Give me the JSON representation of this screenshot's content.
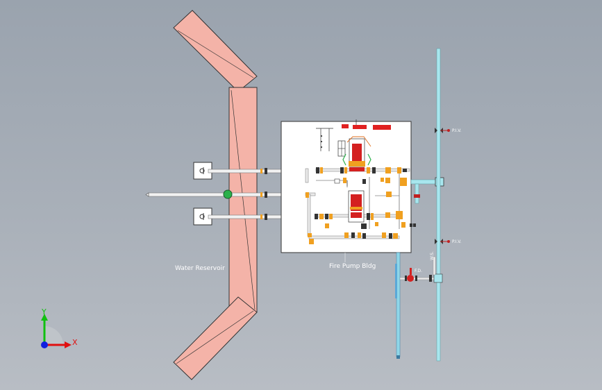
{
  "labels": {
    "reservoir": "Water Reservoir",
    "building": "Fire Pump Bldg",
    "piv_upper": "P.I.V.",
    "piv_lower": "P.I.V.",
    "fdc": "F.D.",
    "gauge": "W.S."
  },
  "triad": {
    "x_label": "X",
    "y_label": "Y"
  },
  "colors": {
    "background_top": "#9aa3ae",
    "reservoir_fill": "#f4b3a8",
    "building_fill": "#ffffff",
    "main_pipe": "#a8e6ee",
    "fittings": "#f0a020",
    "valves_red": "#e02020",
    "axis_x": "#e01010",
    "axis_y": "#10c010",
    "axis_z": "#1020e0"
  }
}
